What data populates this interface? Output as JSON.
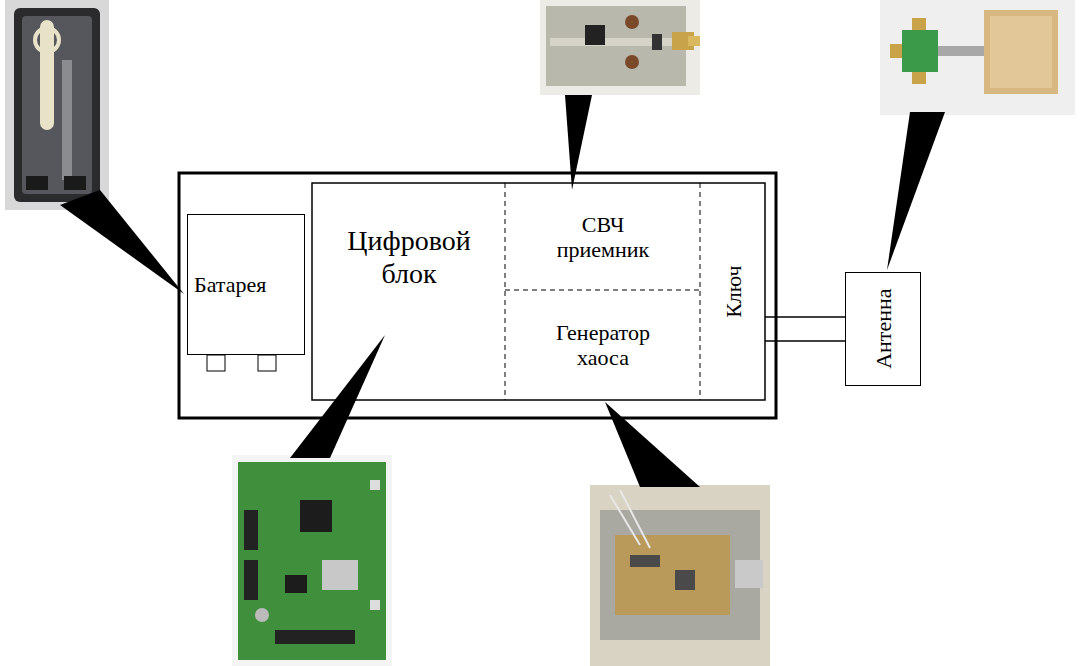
{
  "diagram": {
    "nodes": [
      {
        "text": [
          "Батарея"
        ]
      },
      {
        "text": [
          "Цифровой блок"
        ]
      },
      {
        "text": [
          "СВЧ приемник"
        ]
      },
      {
        "text": [
          "Генератор хаоса"
        ]
      },
      {
        "text": [
          "Ключ"
        ]
      },
      {
        "text": [
          "Антенна"
        ]
      }
    ],
    "edges": [
      {
        "from": 4,
        "to": 5,
        "arrow": "none"
      }
    ]
  }
}
